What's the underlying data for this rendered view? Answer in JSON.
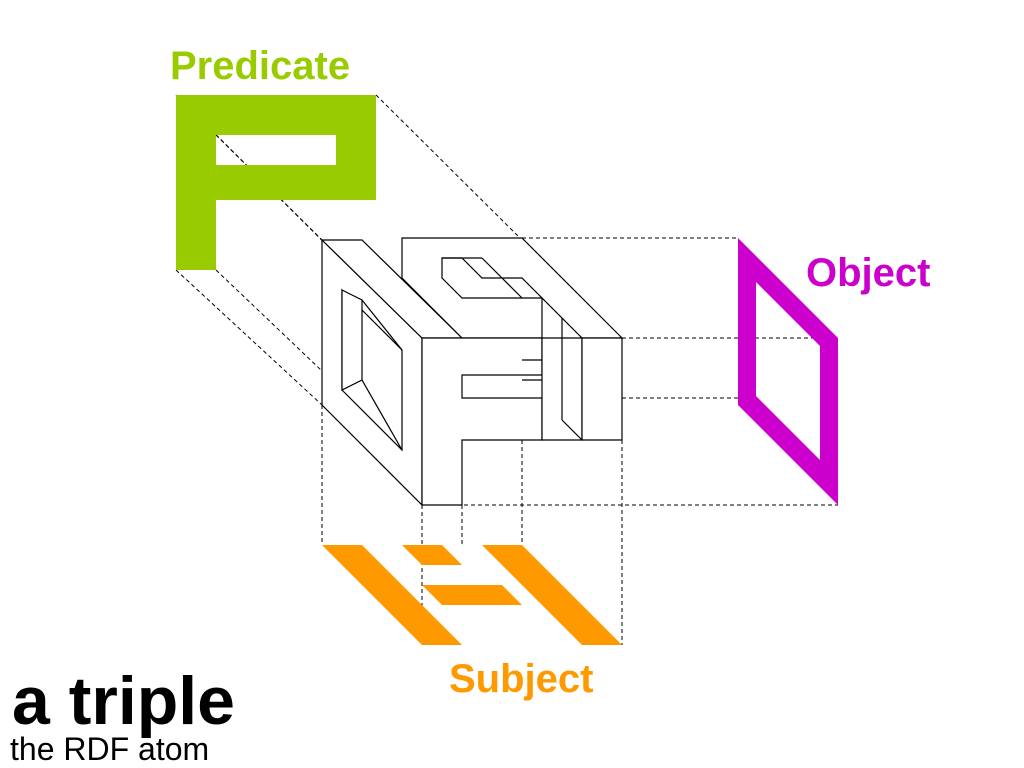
{
  "labels": {
    "predicate": "Predicate",
    "object": "Object",
    "subject": "Subject"
  },
  "title": "a triple",
  "subtitle": "the RDF atom",
  "colors": {
    "predicate": "#99cc00",
    "object": "#cc00cc",
    "subject": "#ff9900",
    "lines": "#000000"
  }
}
